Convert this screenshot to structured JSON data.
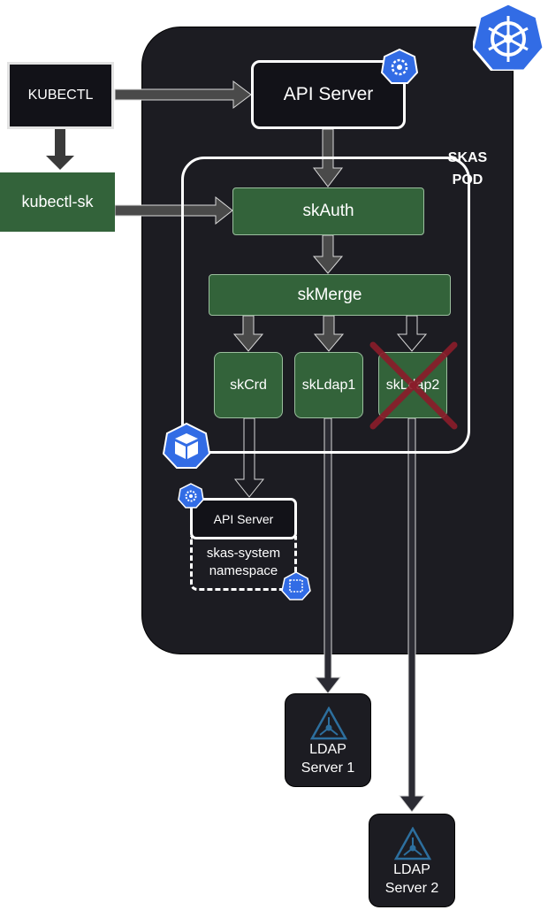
{
  "kubectl": {
    "label": "KUBECTL"
  },
  "kubectl_sk": {
    "label": "kubectl-sk"
  },
  "api_server_main": {
    "label": "API Server"
  },
  "pod": {
    "label_line1": "SKAS",
    "label_line2": "POD"
  },
  "skauth": {
    "label": "skAuth"
  },
  "skmerge": {
    "label": "skMerge"
  },
  "providers": [
    {
      "label": "skCrd"
    },
    {
      "label": "skLdap1"
    },
    {
      "label": "skLdap2",
      "disabled": true
    }
  ],
  "api_server_ns": {
    "label": "API Server"
  },
  "namespace": {
    "line1": "skas-system",
    "line2": "namespace"
  },
  "ldap_servers": [
    {
      "line1": "LDAP",
      "line2": "Server 1"
    },
    {
      "line1": "LDAP",
      "line2": "Server 2"
    }
  ],
  "colors": {
    "cluster_bg": "#1c1c22",
    "component_green": "#33633a",
    "kubernetes_blue": "#326ce5",
    "cross_red": "#8b1c2a",
    "arrow_gray": "#4a4a4a"
  },
  "icons": [
    "kubernetes-helm-icon",
    "api-server-icon",
    "pod-cube-icon",
    "namespace-icon",
    "ldap-icon"
  ]
}
